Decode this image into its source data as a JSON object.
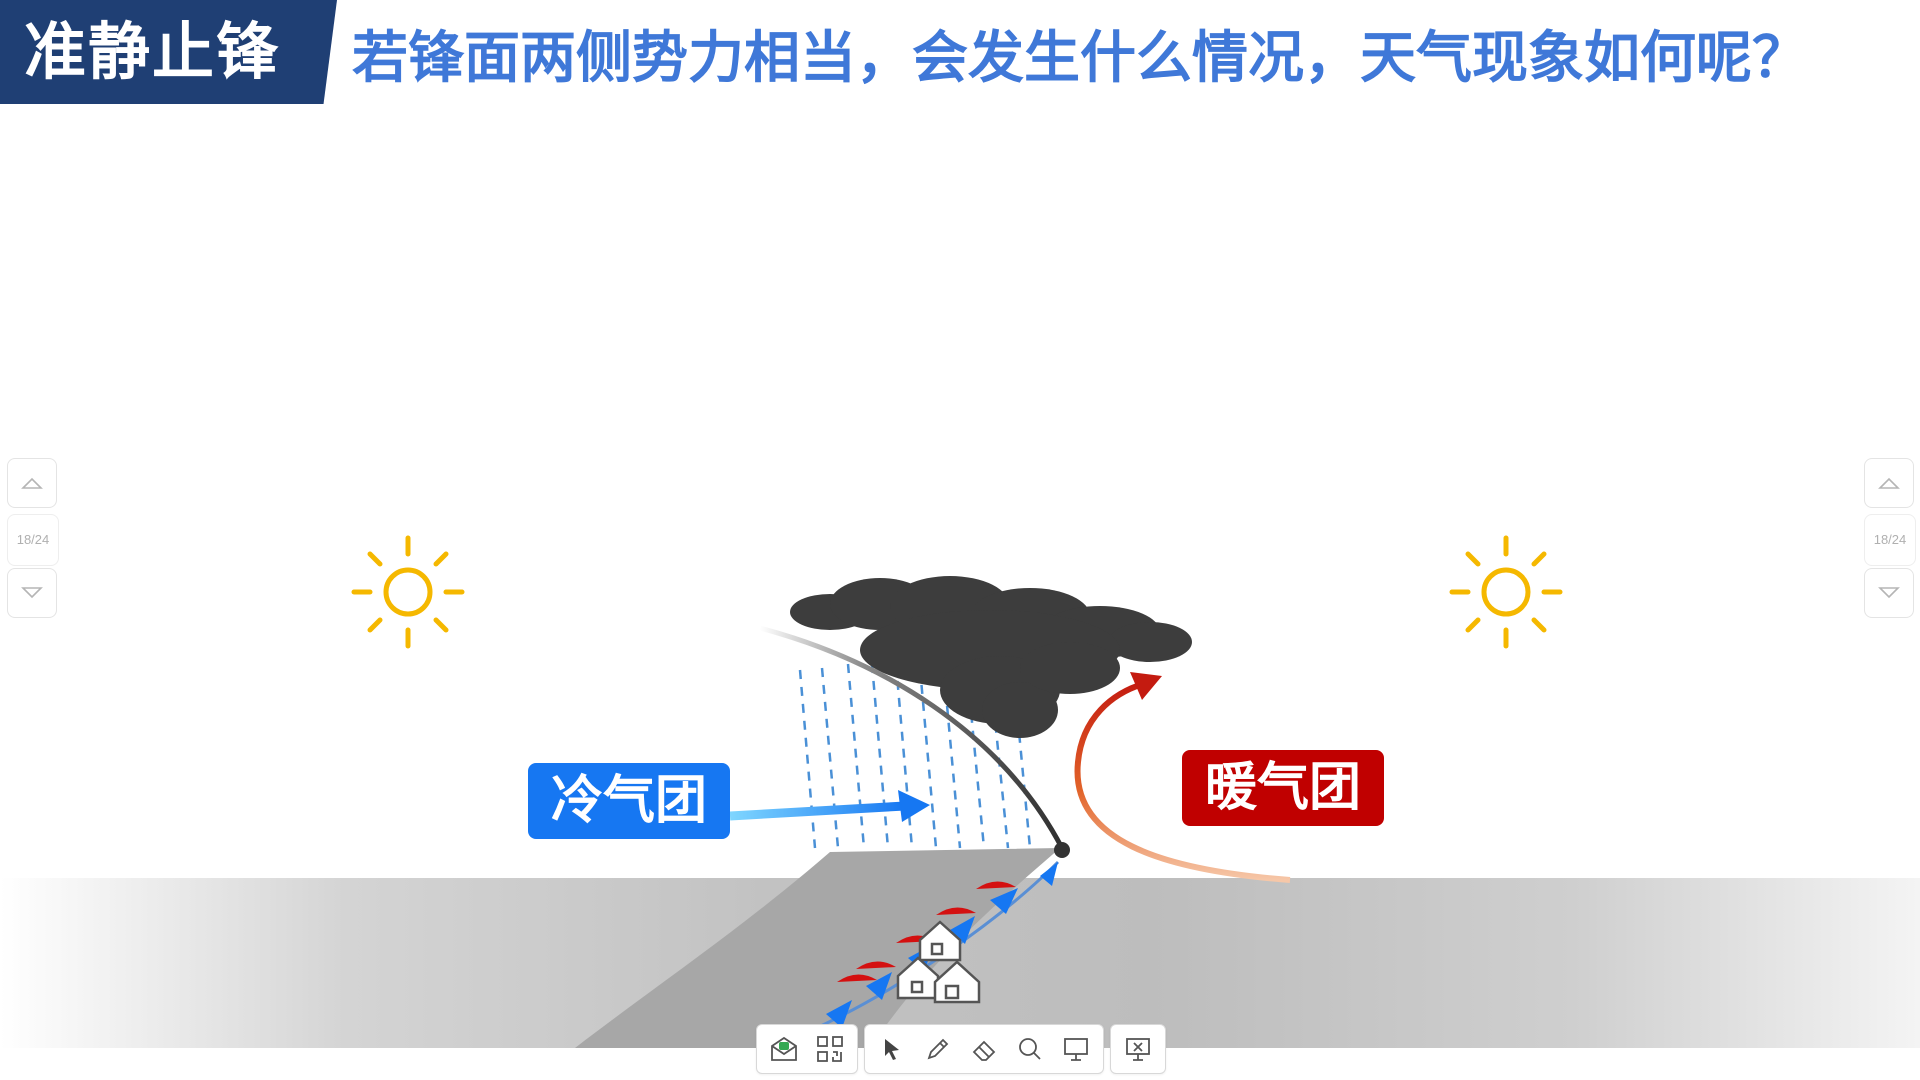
{
  "header": {
    "badge_title": "准静止锋",
    "question": "若锋面两侧势力相当，会发生什么情况，天气现象如何呢？"
  },
  "scene": {
    "cold_air_mass_label": "冷气团",
    "warm_air_mass_label": "暖气团",
    "colors": {
      "cold": "#1677f2",
      "warm": "#c00000",
      "sun": "#f5b800",
      "cloud": "#3d3d3d",
      "rain": "#4a90d6"
    }
  },
  "pager_left": {
    "count": "18/24"
  },
  "pager_right": {
    "count": "18/24"
  },
  "toolbar": {
    "icons": [
      "mail-icon",
      "qr-code-icon",
      "cursor-icon",
      "pen-icon",
      "eraser-icon",
      "zoom-icon",
      "screen-icon",
      "close-presentation-icon"
    ]
  }
}
